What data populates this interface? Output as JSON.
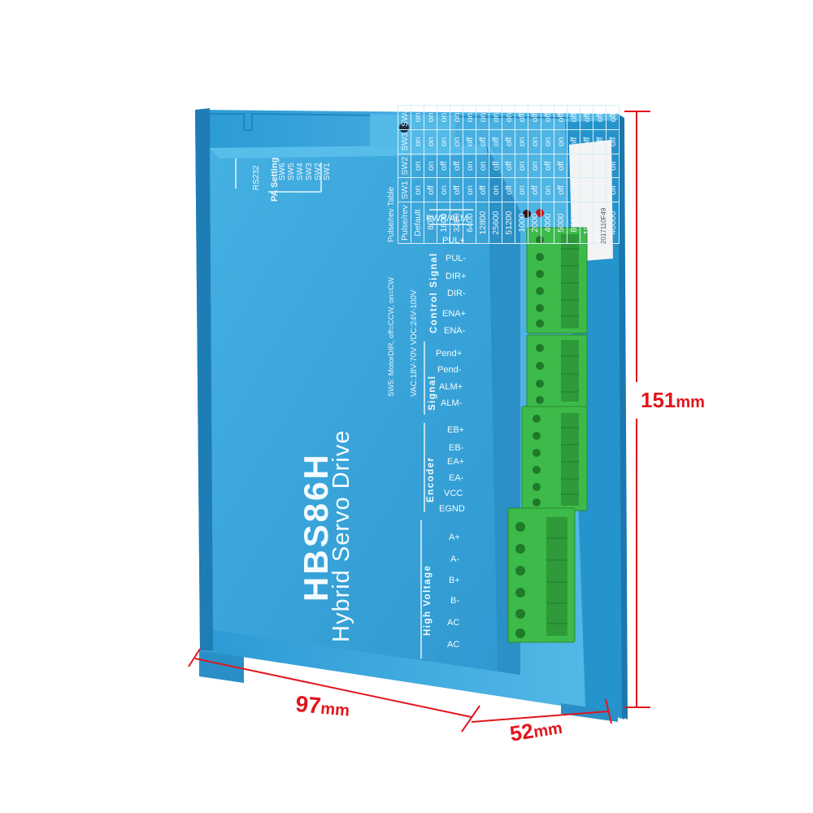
{
  "product": {
    "model": "HBS86H",
    "name": "Hybrid Servo Drive",
    "rs232_label": "RS232",
    "pa_setting_label": "PA Setting",
    "switches": [
      "SW6",
      "SW5",
      "SW4",
      "SW3",
      "SW2",
      "SW1"
    ],
    "pwr_alm_label": "PWR/ALM",
    "sw5_note": "SW5: MotorDIR, off=CCW, on=CW",
    "supply_note": "VAC:18V-70V  VDC:24V-100V",
    "sticker_text": "2017110F49"
  },
  "pulse_table": {
    "caption": "Pulse/rev Table",
    "headers": [
      "Pulse/rev",
      "SW1",
      "SW2",
      "SW3",
      "SW4"
    ],
    "rows": [
      [
        "Default",
        "on",
        "on",
        "on",
        "on"
      ],
      [
        "800",
        "off",
        "on",
        "on",
        "on"
      ],
      [
        "1600",
        "on",
        "off",
        "on",
        "on"
      ],
      [
        "3200",
        "off",
        "off",
        "on",
        "on"
      ],
      [
        "6400",
        "on",
        "on",
        "off",
        "on"
      ],
      [
        "12800",
        "off",
        "on",
        "off",
        "on"
      ],
      [
        "25600",
        "on",
        "off",
        "off",
        "on"
      ],
      [
        "51200",
        "off",
        "off",
        "off",
        "on"
      ],
      [
        "1000",
        "on",
        "on",
        "on",
        "off"
      ],
      [
        "2000",
        "off",
        "on",
        "on",
        "off"
      ],
      [
        "4000",
        "on",
        "off",
        "on",
        "off"
      ],
      [
        "5000",
        "off",
        "off",
        "on",
        "off"
      ],
      [
        "8000",
        "on",
        "on",
        "off",
        "off"
      ],
      [
        "10000",
        "off",
        "on",
        "off",
        "off"
      ],
      [
        "20000",
        "on",
        "off",
        "off",
        "off"
      ],
      [
        "40000",
        "off",
        "off",
        "off",
        "off"
      ]
    ]
  },
  "terminals": {
    "control_signal": {
      "title": "Control Signal",
      "labels": [
        "PUL+",
        "PUL-",
        "DIR+",
        "DIR-",
        "ENA+",
        "ENA-"
      ]
    },
    "signal": {
      "title": "Signal",
      "labels": [
        "Pend+",
        "Pend-",
        "ALM+",
        "ALM-"
      ]
    },
    "encoder": {
      "title": "Encoder",
      "labels": [
        "EB+",
        "EB-",
        "EA+",
        "EA-",
        "VCC",
        "EGND"
      ]
    },
    "high_voltage": {
      "title": "High Voltage",
      "labels": [
        "A+",
        "A-",
        "B+",
        "B-",
        "AC",
        "AC"
      ]
    }
  },
  "dimensions": {
    "height": "151",
    "width": "97",
    "depth": "52",
    "unit": "mm"
  },
  "colors": {
    "body": "#3aa6dc",
    "body_dark": "#1f7fb4",
    "terminal": "#3dbb4a",
    "dimension": "#e0161d"
  }
}
